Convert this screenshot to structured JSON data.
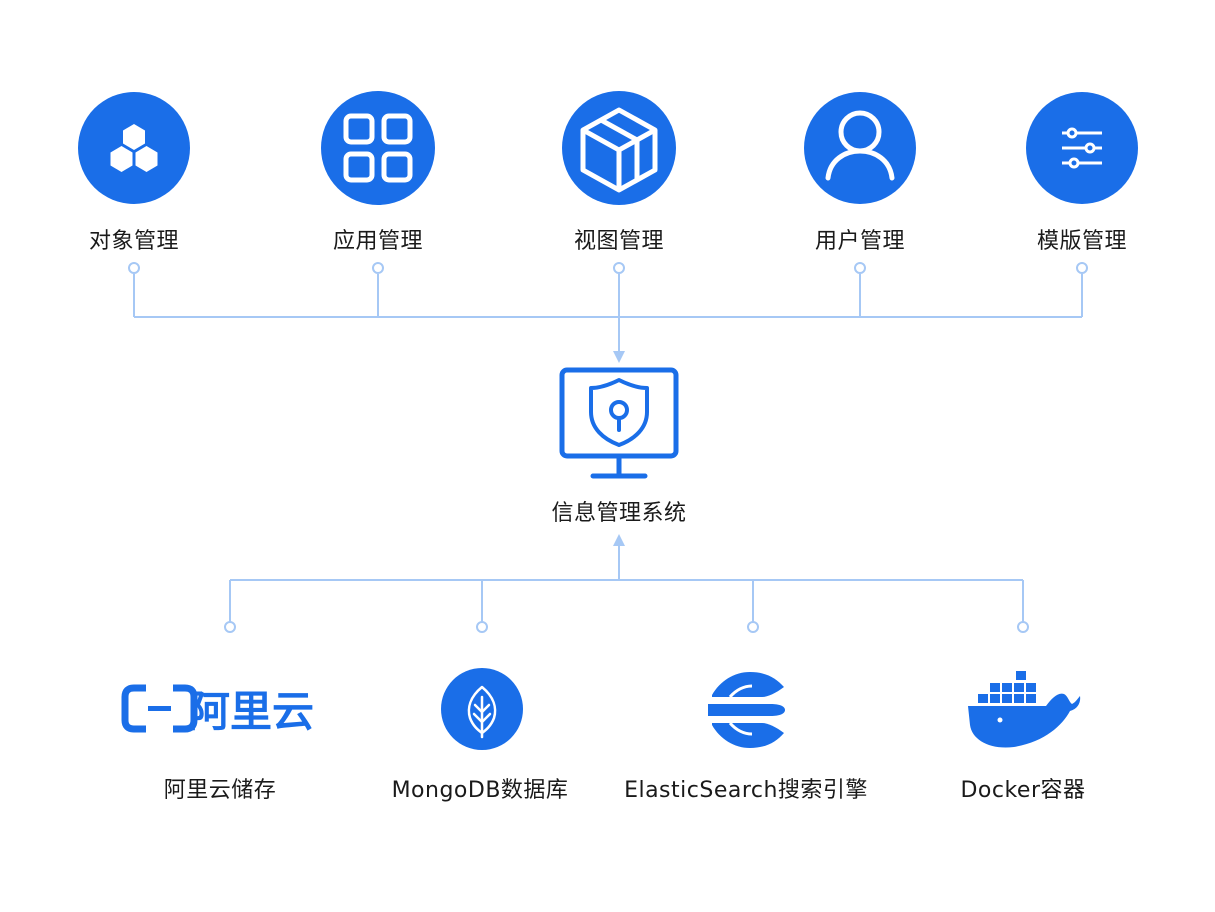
{
  "top_modules": [
    {
      "label": "对象管理",
      "icon": "cubes-icon"
    },
    {
      "label": "应用管理",
      "icon": "grid-icon"
    },
    {
      "label": "视图管理",
      "icon": "box-3d-icon"
    },
    {
      "label": "用户管理",
      "icon": "user-icon"
    },
    {
      "label": "模版管理",
      "icon": "sliders-icon"
    }
  ],
  "center": {
    "label": "信息管理系统",
    "icon": "monitor-shield-icon"
  },
  "bottom_services": [
    {
      "label": "阿里云储存",
      "icon": "aliyun-logo-icon",
      "logo_text": "阿里云"
    },
    {
      "label": "MongoDB数据库",
      "icon": "mongodb-leaf-icon"
    },
    {
      "label": "ElasticSearch搜索引擎",
      "icon": "elasticsearch-icon"
    },
    {
      "label": "Docker容器",
      "icon": "docker-whale-icon"
    }
  ],
  "colors": {
    "primary": "#1a6ee8",
    "connector": "#a6c8f5",
    "text": "#1a1a1a",
    "background": "#ffffff"
  }
}
